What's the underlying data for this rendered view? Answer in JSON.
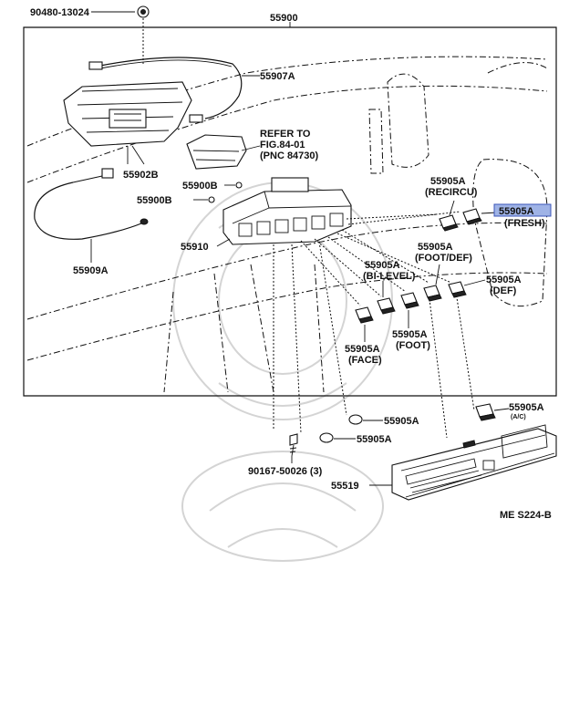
{
  "parts": {
    "p90480": "90480-13024",
    "p55900": "55900",
    "p55907A": "55907A",
    "refer_line1": "REFER TO",
    "refer_line2": "FIG.84-01",
    "refer_line3": "(PNC 84730)",
    "p55902B": "55902B",
    "p55900B_1": "55900B",
    "p55900B_2": "55900B",
    "p55910": "55910",
    "p55909A": "55909A",
    "recircu_num": "55905A",
    "recircu_label": "(RECIRCU)",
    "fresh_num": "55905A",
    "fresh_label": "(FRESH)",
    "footdef_num": "55905A",
    "footdef_label": "(FOOT/DEF)",
    "def_num": "55905A",
    "def_label": "(DEF)",
    "bilevel_num": "55905A",
    "bilevel_label": "(BI-LEVEL)",
    "foot_num": "55905A",
    "foot_label": "(FOOT)",
    "face_num": "55905A",
    "face_label": "(FACE)",
    "ac_num": "55905A",
    "ac_label": "(A/C)",
    "knob1_num": "55905A",
    "knob2_num": "55905A",
    "screw_num": "90167-50026 (3)",
    "p55519": "55519"
  },
  "diagram_code": "ME S224-B",
  "colors": {
    "highlight": "#9fb3e6",
    "line": "#111111"
  }
}
